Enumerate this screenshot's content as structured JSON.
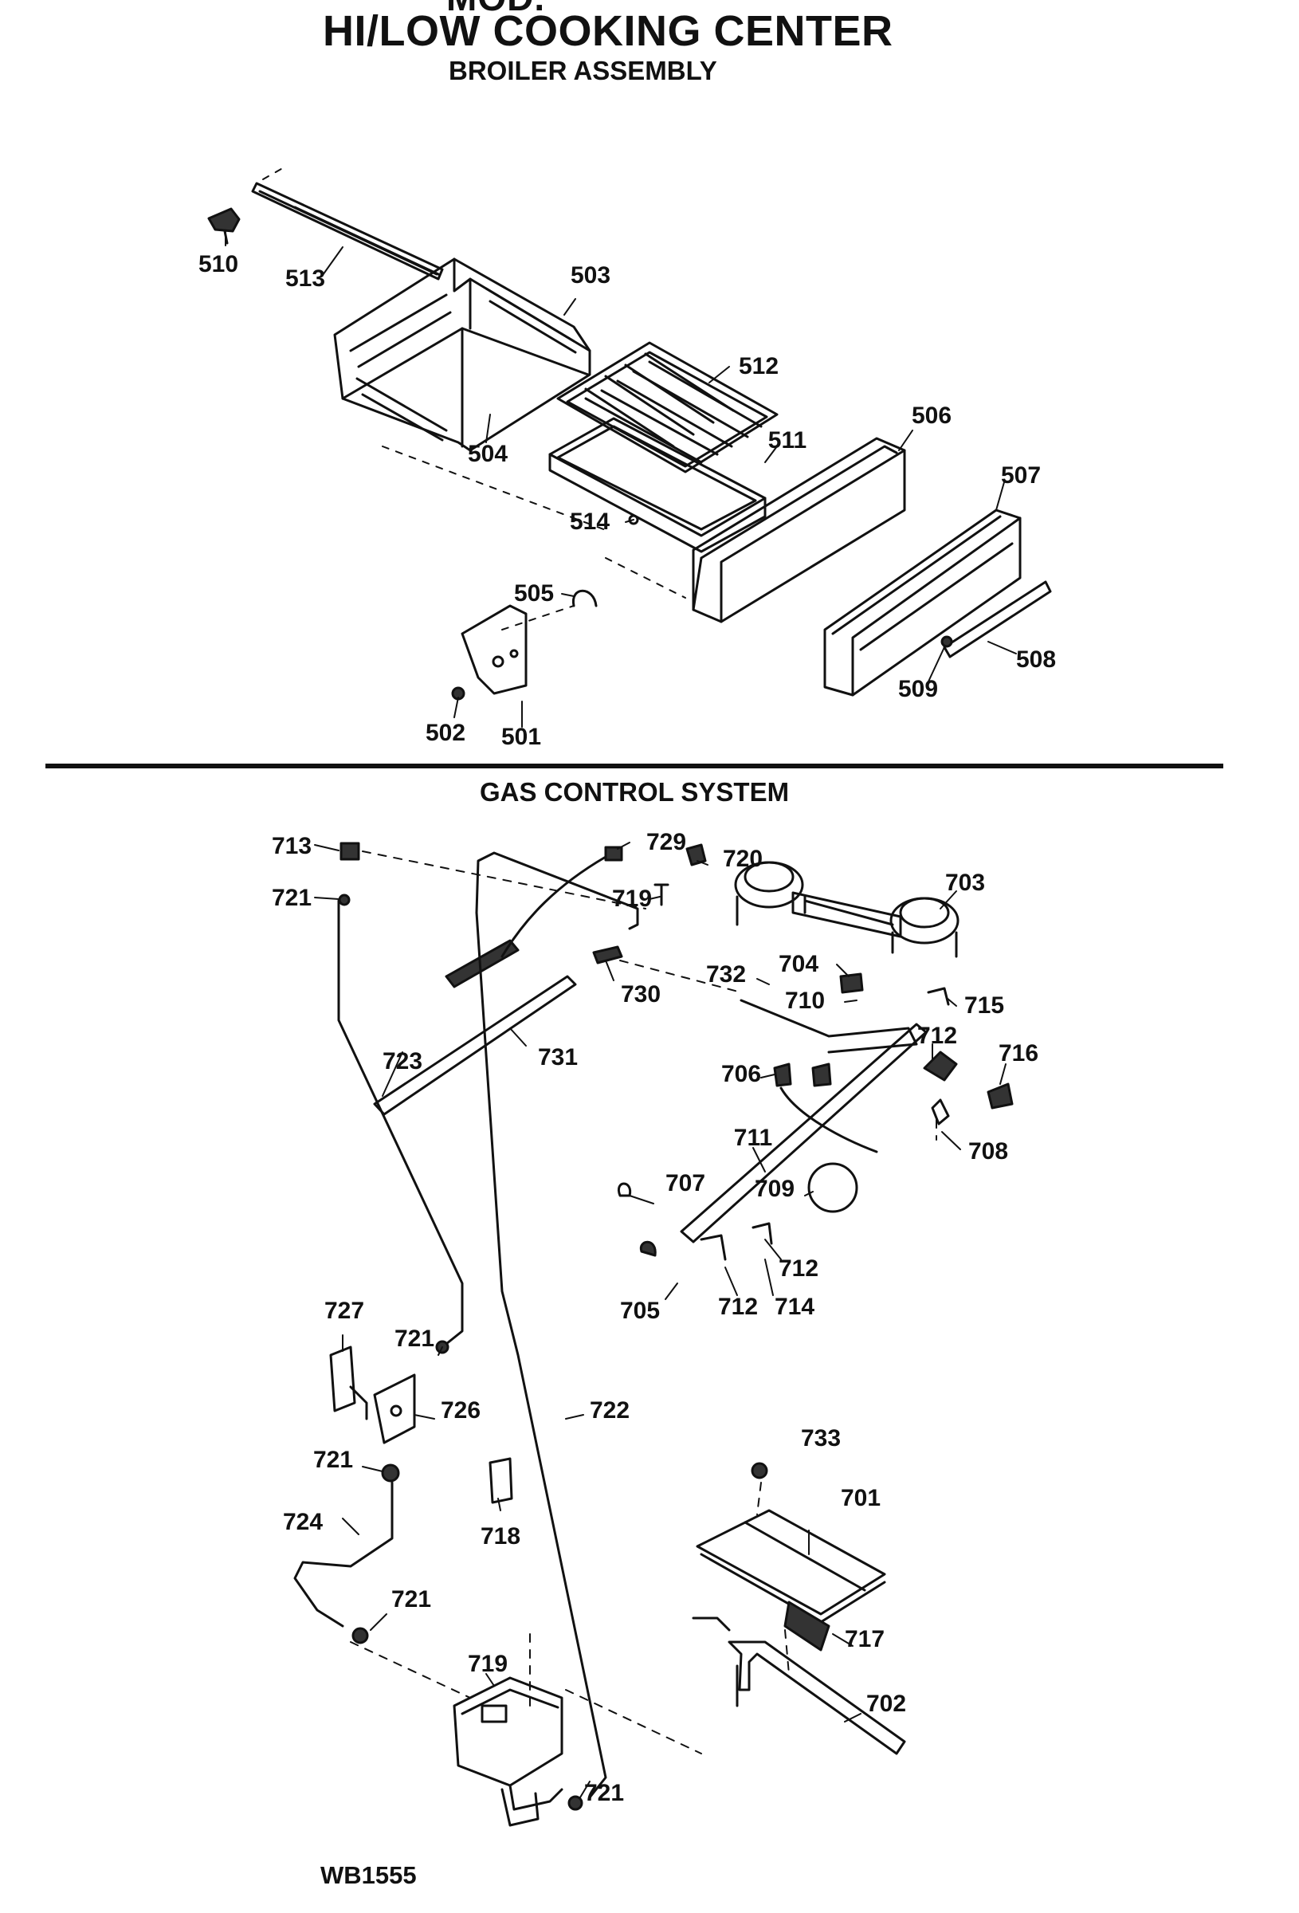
{
  "header": {
    "model_line": "MOD.",
    "title": "HI/LOW COOKING CENTER",
    "subtitle": "BROILER ASSEMBLY"
  },
  "section": {
    "title": "GAS CONTROL SYSTEM"
  },
  "footer": {
    "code": "WB1555"
  },
  "callouts": {
    "c510": "510",
    "c513": "513",
    "c503": "503",
    "c512": "512",
    "c504": "504",
    "c511": "511",
    "c506": "506",
    "c507": "507",
    "c514": "514",
    "c505": "505",
    "c508": "508",
    "c509": "509",
    "c502": "502",
    "c501": "501",
    "c713": "713",
    "c729": "729",
    "c720": "720",
    "c703": "703",
    "c721a": "721",
    "c719a": "719",
    "c732": "732",
    "c704": "704",
    "c710": "710",
    "c715": "715",
    "c730": "730",
    "c712a": "712",
    "c716": "716",
    "c723": "723",
    "c731": "731",
    "c706": "706",
    "c708": "708",
    "c711": "711",
    "c707": "707",
    "c709": "709",
    "c712b": "712",
    "c705": "705",
    "c712c": "712",
    "c714": "714",
    "c727": "727",
    "c721b": "721",
    "c726": "726",
    "c722": "722",
    "c733": "733",
    "c721c": "721",
    "c701": "701",
    "c724": "724",
    "c718": "718",
    "c721d": "721",
    "c717": "717",
    "c719b": "719",
    "c702": "702",
    "c721e": "721"
  }
}
